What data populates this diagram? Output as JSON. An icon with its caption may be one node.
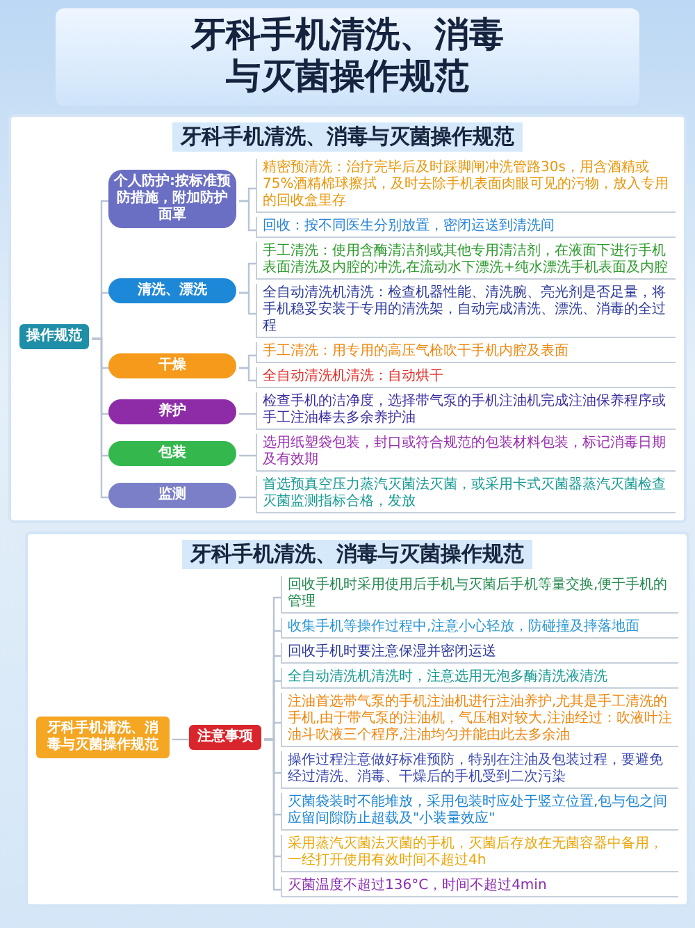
{
  "diagram": {
    "title": "牙科手机清洗、消毒与灭菌操作规范",
    "nodes": [
      {
        "text": [
          "牙科手机清洗、消毒与灭菌操作规范"
        ]
      },
      {
        "text": [
          "操作规范"
        ],
        "in": 0
      },
      {
        "text": [
          "个人防护:按标准预防措施，附加防护面罩"
        ],
        "in": 0
      },
      {
        "text": [
          "精密预清洗：治疗完毕后及时踩脚闸冲洗管路30s，用含酒精或75%酒精棉球擦拭，及时去除手机表面肉眼可见的污物，放入专用的回收盒里存"
        ],
        "in": 0
      },
      {
        "text": [
          "回收：按不同医生分别放置，密闭运送到清洗间"
        ],
        "in": 0
      },
      {
        "text": [
          "清洗、漂洗"
        ],
        "in": 0
      },
      {
        "text": [
          "手工清洗：使用含酶清洁剂或其他专用清洁剂，在液面下进行手机表面清洗及内腔的冲洗,在流动水下漂洗+纯水漂洗手机表面及内腔"
        ],
        "in": 0
      },
      {
        "text": [
          "全自动清洗机清洗：检查机器性能、清洗腕、亮光剂是否足量，将手机稳妥安装于专用的清洗架，自动完成清洗、漂洗、消毒的全过程"
        ],
        "in": 0
      },
      {
        "text": [
          "干燥"
        ],
        "in": 0
      },
      {
        "text": [
          "手工清洗：用专用的高压气枪吹干手机内腔及表面"
        ],
        "in": 0
      },
      {
        "text": [
          "全自动清洗机清洗：自动烘干"
        ],
        "in": 0
      },
      {
        "text": [
          "养护"
        ],
        "in": 0
      },
      {
        "text": [
          "检查手机的洁净度，选择带气泵的手机注油机完成注油保养程序或手工注油棒去多余养护油"
        ],
        "in": 0
      },
      {
        "text": [
          "包装"
        ],
        "in": 0
      },
      {
        "text": [
          "选用纸塑袋包装，封口或符合规范的包装材料包装，标记消毒日期及有效期"
        ],
        "in": 0
      },
      {
        "text": [
          "监测"
        ],
        "in": 0
      },
      {
        "text": [
          "首选预真空压力蒸汽灭菌法灭菌，或采用卡式灭菌器蒸汽灭菌检查灭菌监测指标合格，发放"
        ],
        "in": 0
      },
      {
        "text": [
          "牙科手机清洗、消毒与灭菌操作规范"
        ]
      },
      {
        "text": [
          "牙科手机清洗、消毒与灭菌操作规范"
        ],
        "in": 17
      },
      {
        "text": [
          "注意事项"
        ],
        "in": 17
      },
      {
        "text": [
          "回收手机时采用使用后手机与灭菌后手机等量交换,便于手机的管理"
        ],
        "in": 17
      },
      {
        "text": [
          "收集手机等操作过程中,注意小心轻放，防碰撞及摔落地面"
        ],
        "in": 17
      },
      {
        "text": [
          "回收手机时要注意保湿并密闭运送"
        ],
        "in": 17
      },
      {
        "text": [
          "全自动清洗机清洗时，注意选用无泡多酶清洗液清洗"
        ],
        "in": 17
      },
      {
        "text": [
          "注油首选带气泵的手机注油机进行注油养护,尤其是手工清洗的手机,由于带气泵的注油机，气压相对较大,注油经过：吹液叶注油斗吹液三个程序,注油均匀并能由此去多余油"
        ],
        "in": 17
      },
      {
        "text": [
          "操作过程注意做好标准预防，特别在注油及包装过程，要避免经过清洗、消毒、干燥后的手机受到二次污染"
        ],
        "in": 17
      },
      {
        "text": [
          "灭菌袋装时不能堆放，采用包装时应处于竖立位置,包与包之间应留间隙防止超载及\"小装量效应\""
        ],
        "in": 17
      },
      {
        "text": [
          "采用蒸汽灭菌法灭菌的手机，灭菌后存放在无菌容器中备用，一经打开使用有效时间不超过4h"
        ],
        "in": 17
      },
      {
        "text": [
          "灭菌温度不超过136°C，时间不超过4min"
        ],
        "in": 17
      }
    ],
    "edges": [
      {
        "from": 1,
        "to": 2,
        "arrow": "none"
      },
      {
        "from": 1,
        "to": 5,
        "arrow": "none"
      },
      {
        "from": 1,
        "to": 8,
        "arrow": "none"
      },
      {
        "from": 1,
        "to": 11,
        "arrow": "none"
      },
      {
        "from": 1,
        "to": 13,
        "arrow": "none"
      },
      {
        "from": 1,
        "to": 15,
        "arrow": "none"
      },
      {
        "from": 2,
        "to": 3,
        "arrow": "none"
      },
      {
        "from": 2,
        "to": 4,
        "arrow": "none"
      },
      {
        "from": 5,
        "to": 6,
        "arrow": "none"
      },
      {
        "from": 5,
        "to": 7,
        "arrow": "none"
      },
      {
        "from": 8,
        "to": 9,
        "arrow": "none"
      },
      {
        "from": 8,
        "to": 10,
        "arrow": "none"
      },
      {
        "from": 11,
        "to": 12,
        "arrow": "none"
      },
      {
        "from": 13,
        "to": 14,
        "arrow": "none"
      },
      {
        "from": 15,
        "to": 16,
        "arrow": "none"
      },
      {
        "from": 18,
        "to": 19,
        "arrow": "none"
      },
      {
        "from": 19,
        "to": 20,
        "arrow": "none"
      },
      {
        "from": 19,
        "to": 21,
        "arrow": "none"
      },
      {
        "from": 19,
        "to": 22,
        "arrow": "none"
      },
      {
        "from": 19,
        "to": 23,
        "arrow": "none"
      },
      {
        "from": 19,
        "to": 24,
        "arrow": "none"
      },
      {
        "from": 19,
        "to": 25,
        "arrow": "none"
      },
      {
        "from": 19,
        "to": 26,
        "arrow": "none"
      },
      {
        "from": 19,
        "to": 27,
        "arrow": "none"
      },
      {
        "from": 19,
        "to": 28,
        "arrow": "none"
      }
    ]
  }
}
